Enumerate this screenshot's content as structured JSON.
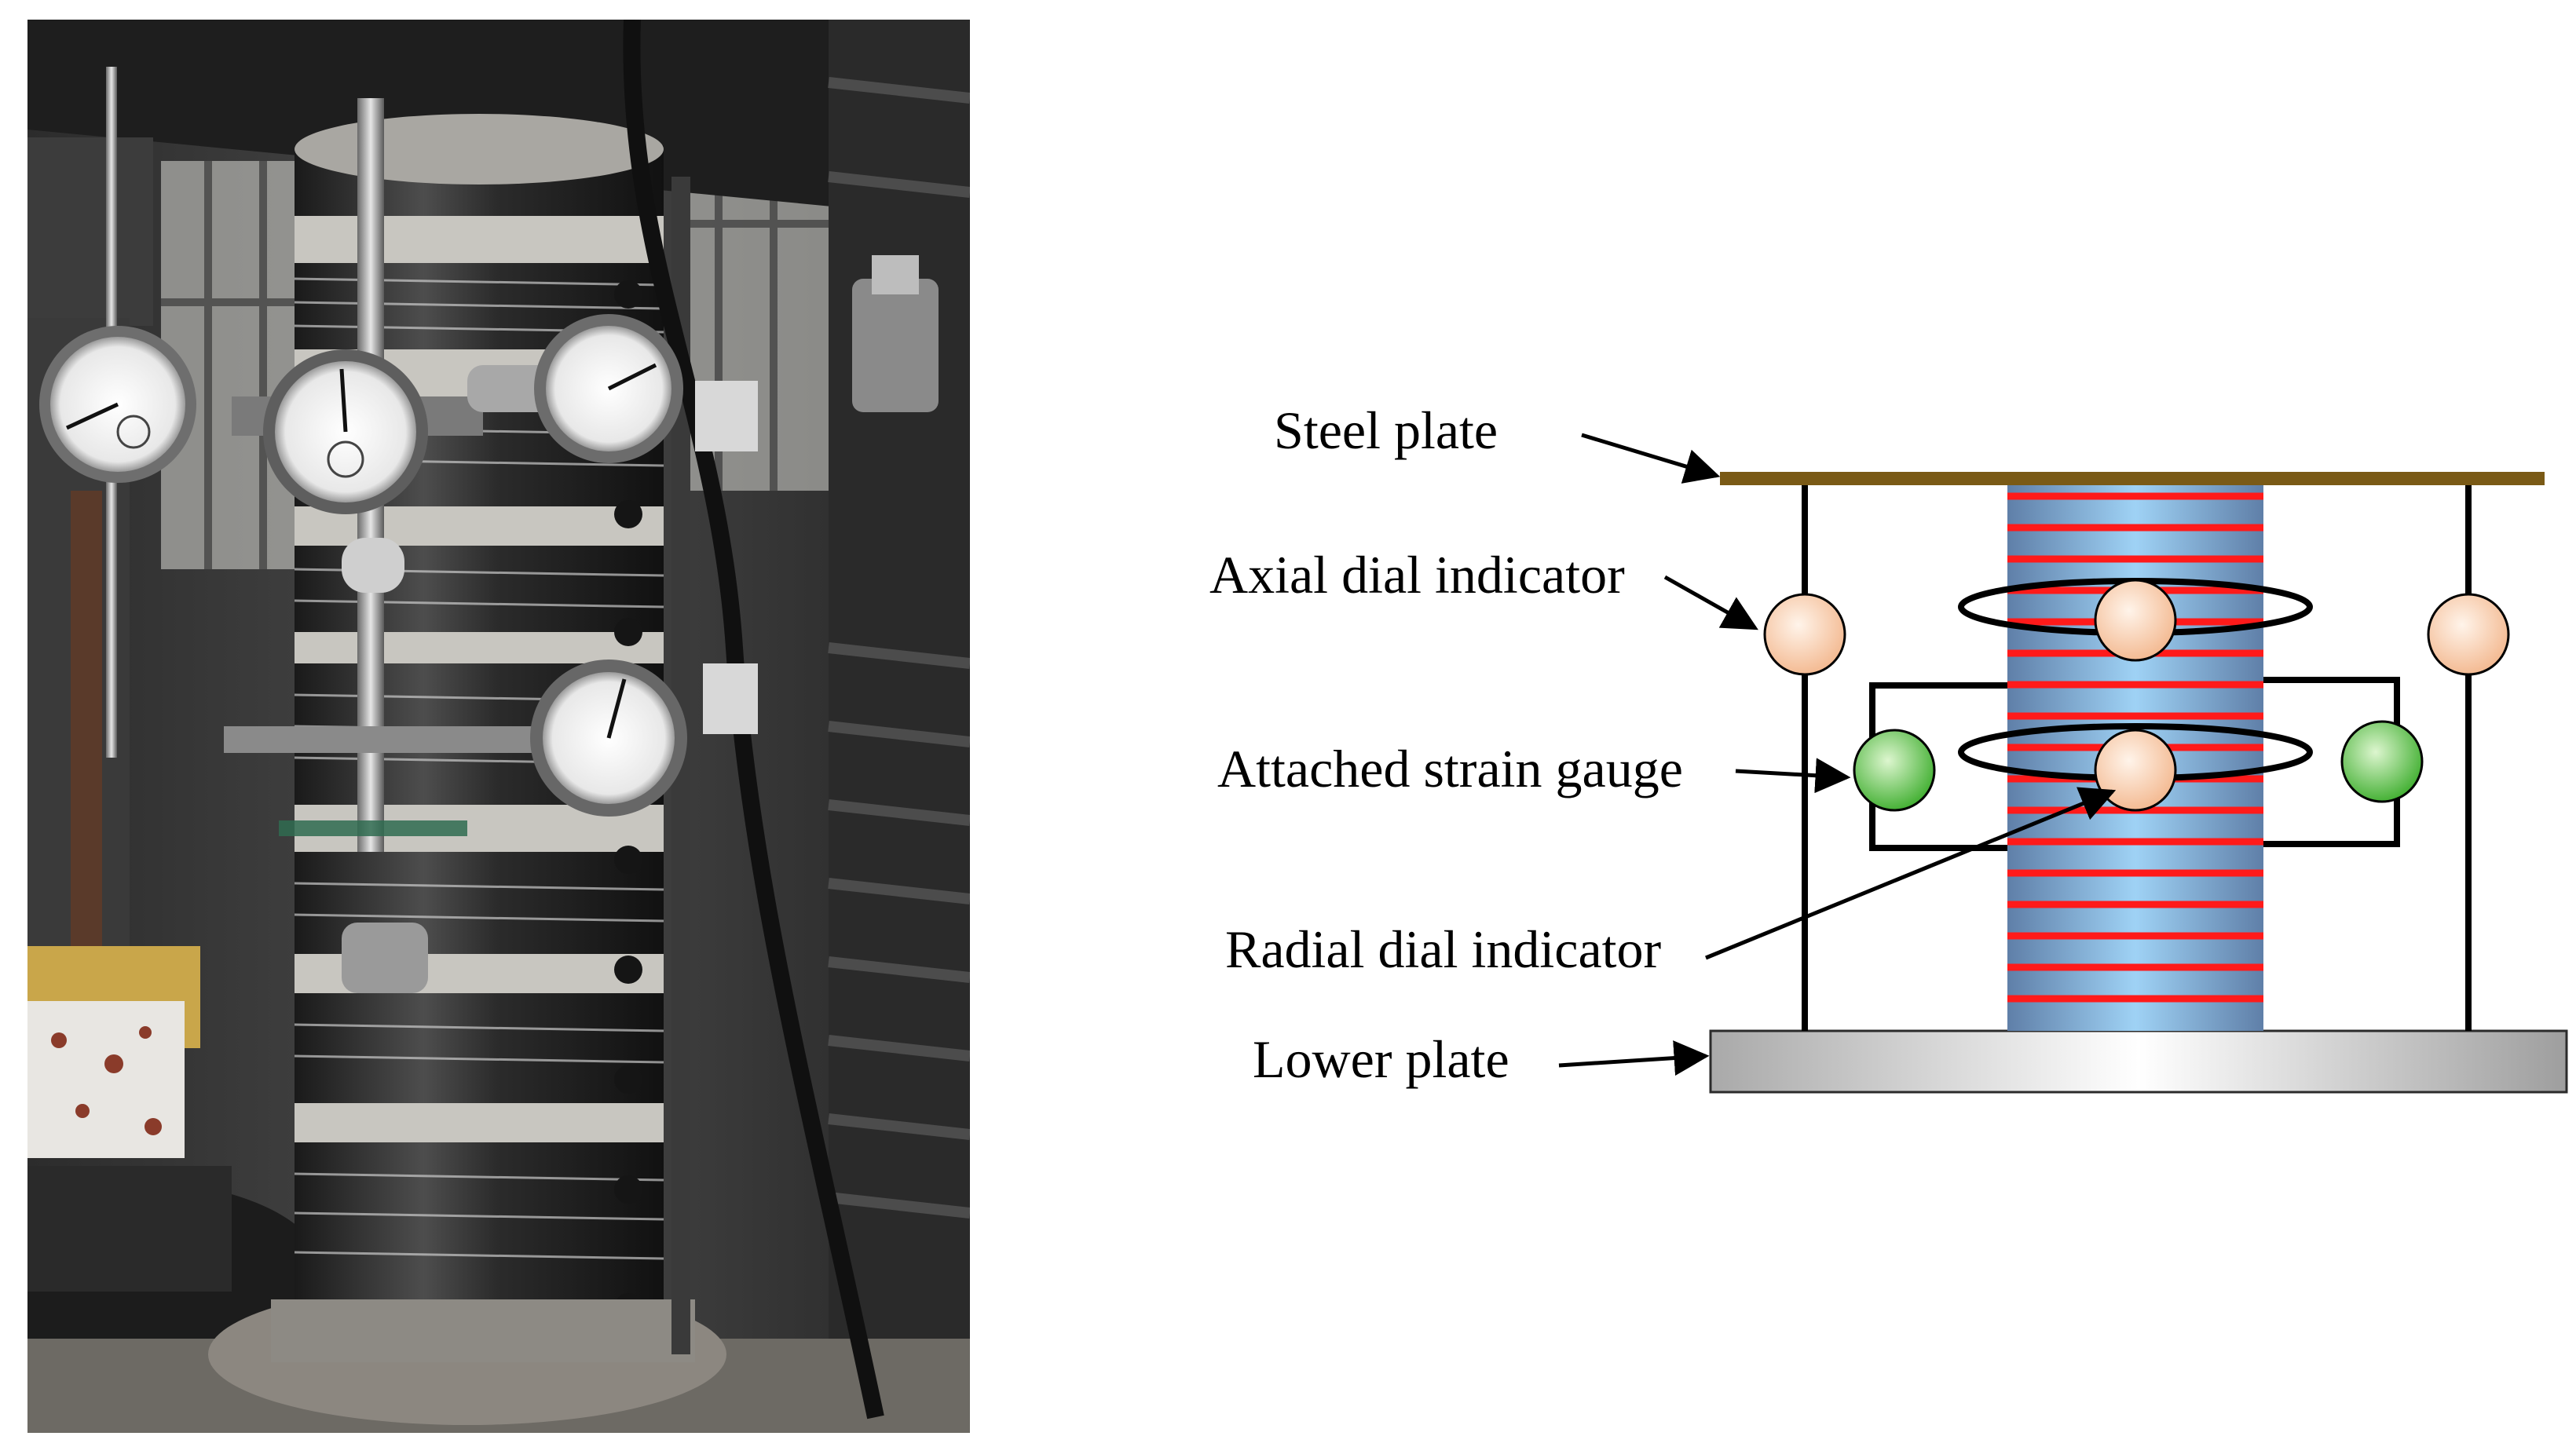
{
  "labels": {
    "steel_plate": "Steel plate",
    "axial_dial_indicator": "Axial dial indicator",
    "attached_strain_gauge": "Attached strain gauge",
    "radial_dial_indicator": "Radial dial indicator",
    "lower_plate": "Lower plate"
  },
  "colors": {
    "steel_plate": "#7a5a16",
    "dial_indicator": "#f6c8a8",
    "strain_gauge": "#5fc04a",
    "specimen_body": "#8ec6ee",
    "specimen_band": "#ff1a1a",
    "lower_plate": "#b8b8b8"
  }
}
